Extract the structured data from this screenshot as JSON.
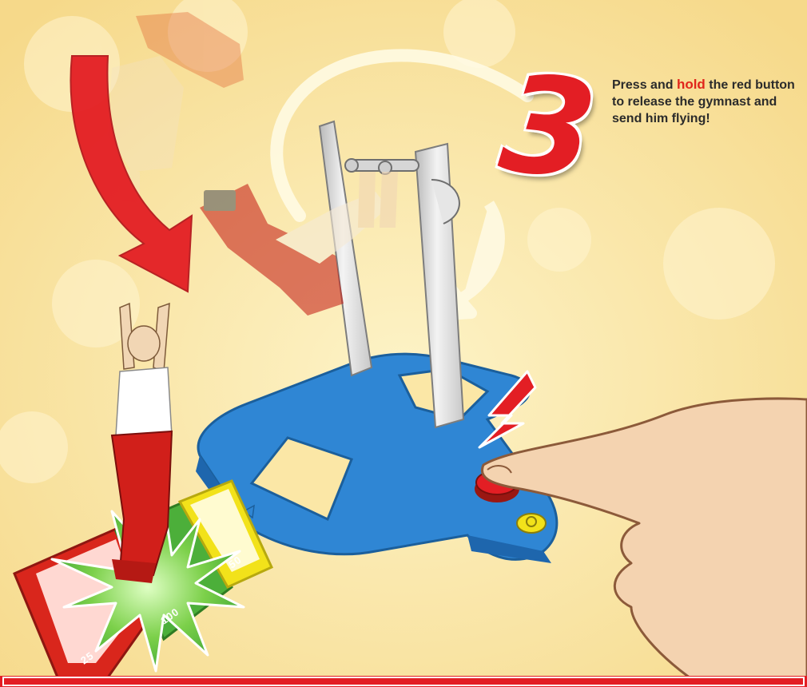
{
  "instruction": {
    "step_number": "3",
    "text_before": "Press and ",
    "text_emphasis": "hold",
    "text_after": " the red button to release the gymnast and send him flying!"
  },
  "score_mats": {
    "red": "25",
    "green": "100",
    "yellow": "50"
  },
  "colors": {
    "background": "#fbe7a6",
    "accent_red": "#e31e24",
    "base_blue": "#2f86d4",
    "mat_green": "#4caf3a",
    "mat_yellow": "#f2e21a"
  },
  "icons": [
    "curved-arrow-icon",
    "down-arrow-icon",
    "red-button",
    "reset-button-icon"
  ]
}
